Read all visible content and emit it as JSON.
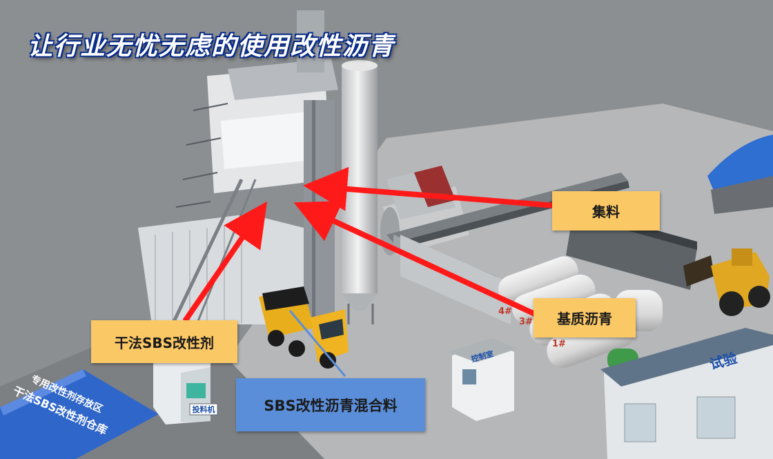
{
  "headline": "让行业无忧无虑的使用改性沥青",
  "callouts": {
    "aggregate": "集料",
    "base_asphalt": "基质沥青",
    "dry_sbs": "干法SBS改性剂",
    "mixture": "SBS改性沥青混合料"
  },
  "scene_signs": {
    "feeder": "投料机",
    "warehouse": "干法SBS改性剂仓库",
    "warehouse_sub": "专用改性剂存放区",
    "lab": "试验",
    "control_room": "控制室",
    "tank_1": "1#",
    "tank_3": "3#",
    "tank_4": "4#"
  },
  "colors": {
    "arrow": "#ff1a1a",
    "label_orange": "#fbc866",
    "label_blue": "#5b8ed9",
    "title_outline": "#0b2e8c"
  }
}
